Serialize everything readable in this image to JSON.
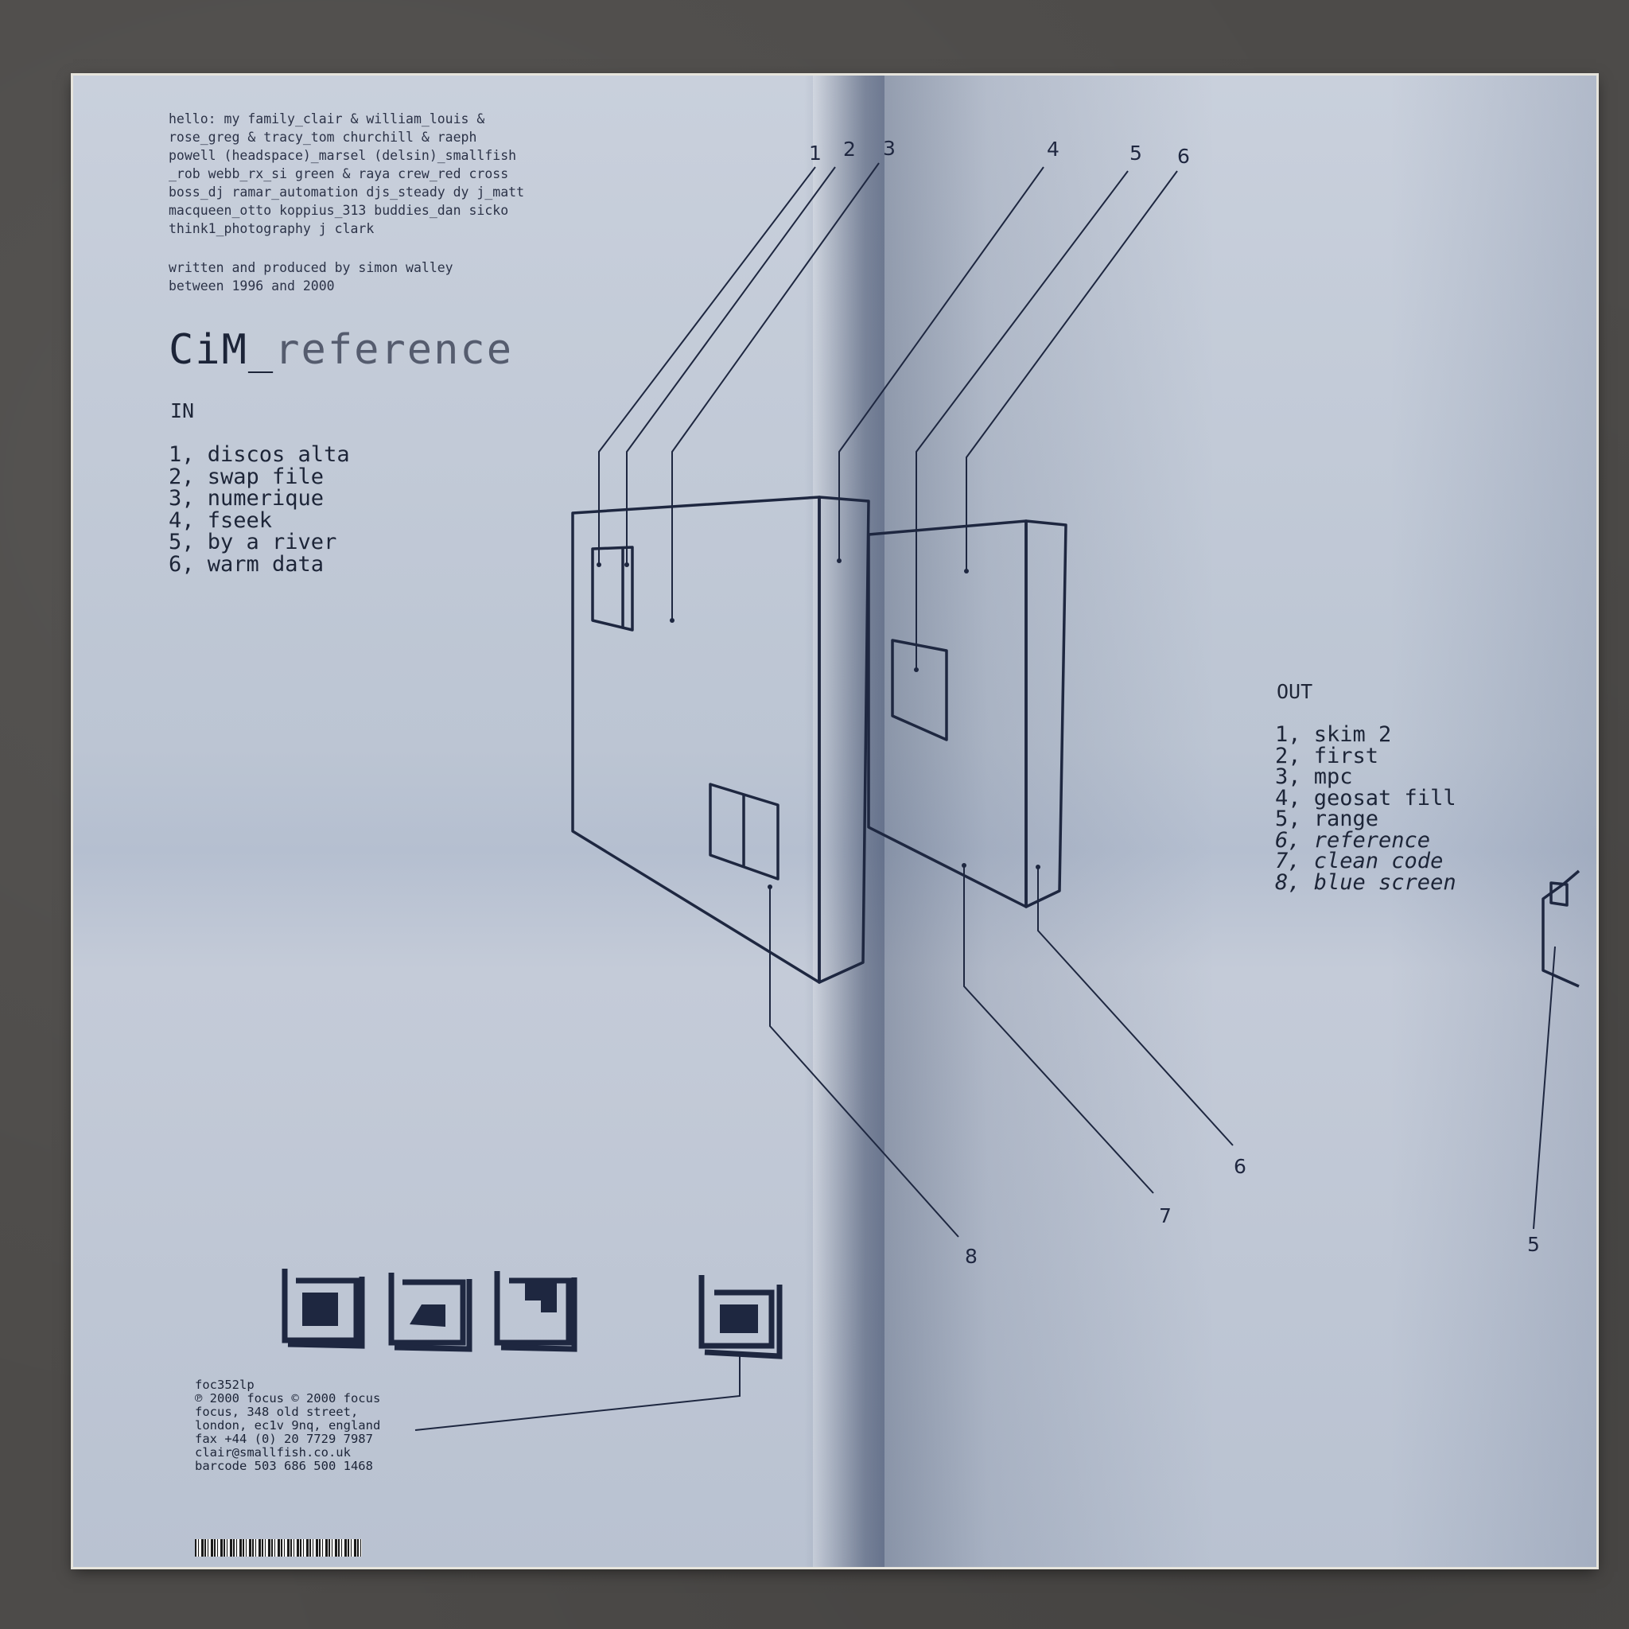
{
  "credits": {
    "thanks": "hello: my family_clair & william_louis &\nrose_greg & tracy_tom churchill & raeph\npowell (headspace)_marsel (delsin)_smallfish\n_rob webb_rx_si green & raya crew_red cross\nboss_dj ramar_automation djs_steady dy j_matt\nmacqueen_otto koppius_313 buddies_dan sicko\nthink1_photography j clark",
    "written": "written and produced by simon walley\nbetween 1996 and 2000"
  },
  "title": {
    "artist": "CiM_",
    "album": "reference"
  },
  "side_in": {
    "label": "IN",
    "tracks": [
      "1, discos alta",
      "2, swap file",
      "3, numerique",
      "4, fseek",
      "5, by a river",
      "6, warm data"
    ]
  },
  "side_out": {
    "label": "OUT",
    "tracks": [
      "1, skim 2",
      "2, first",
      "3, mpc",
      "4, geosat fill",
      "5, range",
      "6, reference",
      "7, clean code",
      "8, blue screen"
    ]
  },
  "diagram_numbers": {
    "top": [
      "1",
      "2",
      "3",
      "4",
      "5",
      "6"
    ],
    "bottom": [
      "8",
      "7",
      "6"
    ],
    "edge": "5"
  },
  "imprint": "foc352lp\n℗ 2000 focus © 2000 focus\nfocus, 348 old street,\nlondon, ec1v 9nq, england\nfax +44 (0) 20 7729 7987\nclair@smallfish.co.uk\nbarcode 503 686 500 1468",
  "colors": {
    "ink": "#1c2438",
    "paper": "#c4cbd8",
    "background": "#4d4b49"
  }
}
